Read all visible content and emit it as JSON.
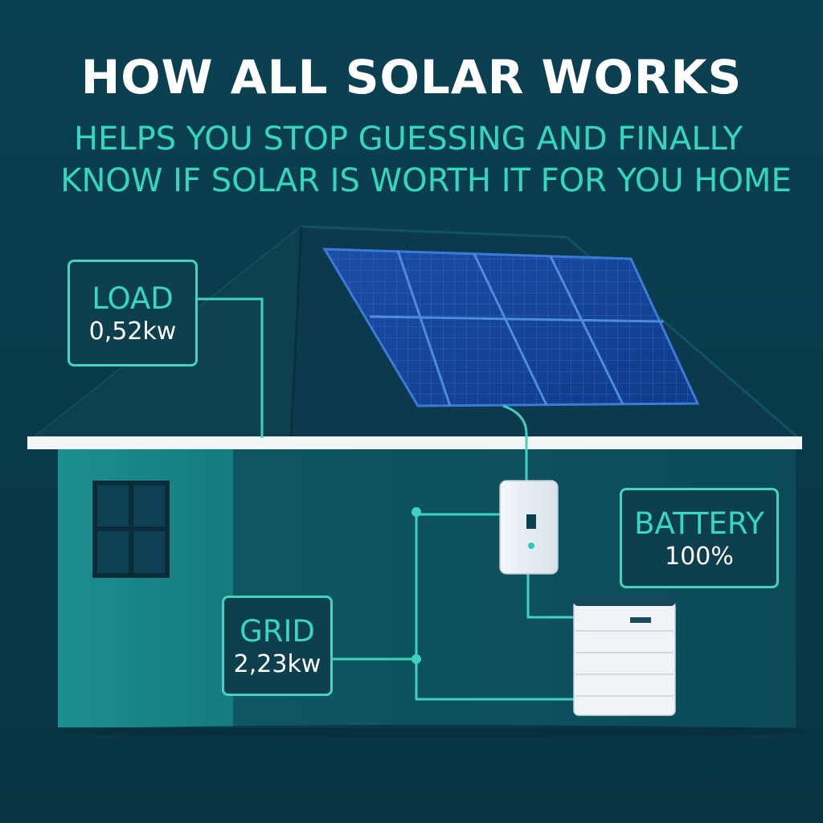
{
  "header": {
    "title": "HOW ALL SOLAR WORKS",
    "subtitle_line1": "HELPS YOU STOP GUESSING AND FINALLY",
    "subtitle_line2": "KNOW IF SOLAR IS WORTH IT FOR YOU HOME"
  },
  "labels": {
    "load": {
      "title": "LOAD",
      "value": "0,52kw"
    },
    "grid": {
      "title": "GRID",
      "value": "2,23kw"
    },
    "battery": {
      "title": "BATTERY",
      "value": "100%"
    }
  },
  "colors": {
    "background": "#0a3b4d",
    "accent": "#35d6c0",
    "house_wall": "#1a8a8c",
    "roof": "#0d3c4e",
    "panel": "#123f92",
    "title": "#ffffff"
  },
  "icons": [
    "solar-panel-icon",
    "inverter-icon",
    "battery-unit-icon",
    "window-icon",
    "house-icon"
  ]
}
